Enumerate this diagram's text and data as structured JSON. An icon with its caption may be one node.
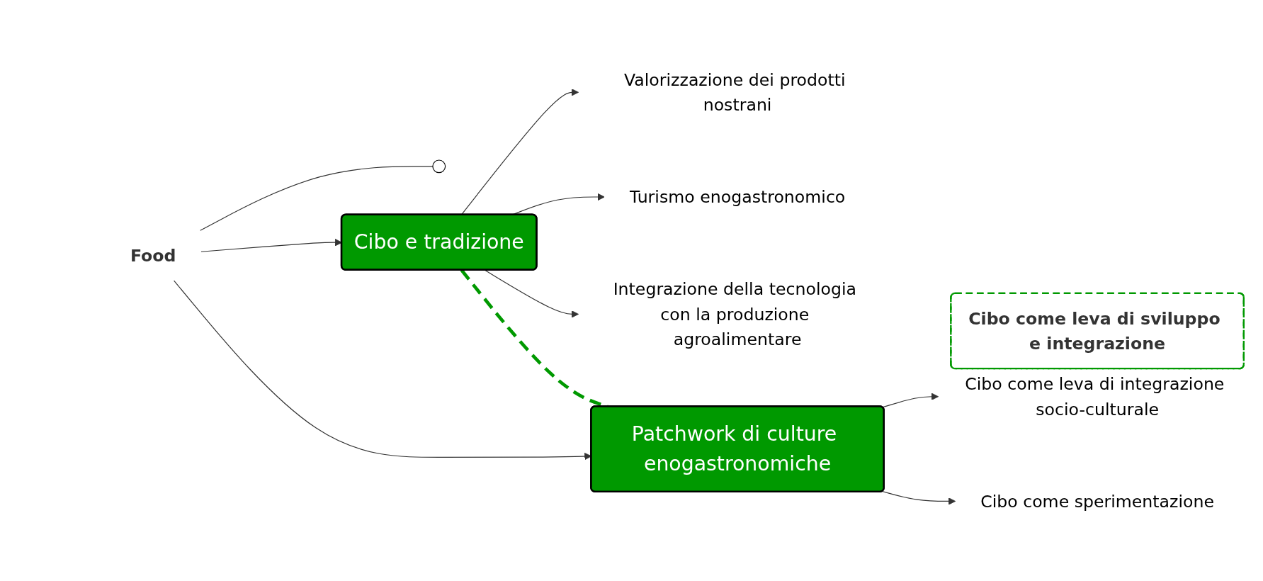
{
  "diagram": {
    "nodes": [
      {
        "text": [],
        "shape": "circle"
      },
      {
        "text": [
          "Food"
        ]
      },
      {
        "text": [
          "Cibo e tradizione"
        ]
      },
      {
        "text": [
          "Valorizzazione dei prodotti nostrani"
        ]
      },
      {
        "text": [
          "Turismo enogastronomico"
        ]
      },
      {
        "text": [
          "Integrazione della tecnologia con la produzione agroalimentare"
        ]
      },
      {
        "text": [
          "Cibo come leva di sviluppo e integrazione"
        ]
      },
      {
        "text": [
          "Patchwork di culture enogastronomiche"
        ]
      },
      {
        "text": [
          "Cibo come leva di integrazione socio-culturale"
        ]
      },
      {
        "text": [
          "Cibo come sperimentazione"
        ]
      }
    ],
    "edges": [
      {
        "from": 1,
        "to": 0,
        "arrow": "none"
      },
      {
        "from": 1,
        "to": 2,
        "arrow": "to"
      },
      {
        "from": 1,
        "to": 7,
        "arrow": "to"
      },
      {
        "from": 2,
        "to": 3,
        "arrow": "to"
      },
      {
        "from": 2,
        "to": 4,
        "arrow": "to"
      },
      {
        "from": 2,
        "to": 5,
        "arrow": "to"
      },
      {
        "from": 2,
        "to": 7,
        "arrow": "none",
        "style": "dashed",
        "color": "#009900"
      },
      {
        "from": 7,
        "to": 8,
        "arrow": "to"
      },
      {
        "from": 7,
        "to": 9,
        "arrow": "to"
      }
    ]
  }
}
